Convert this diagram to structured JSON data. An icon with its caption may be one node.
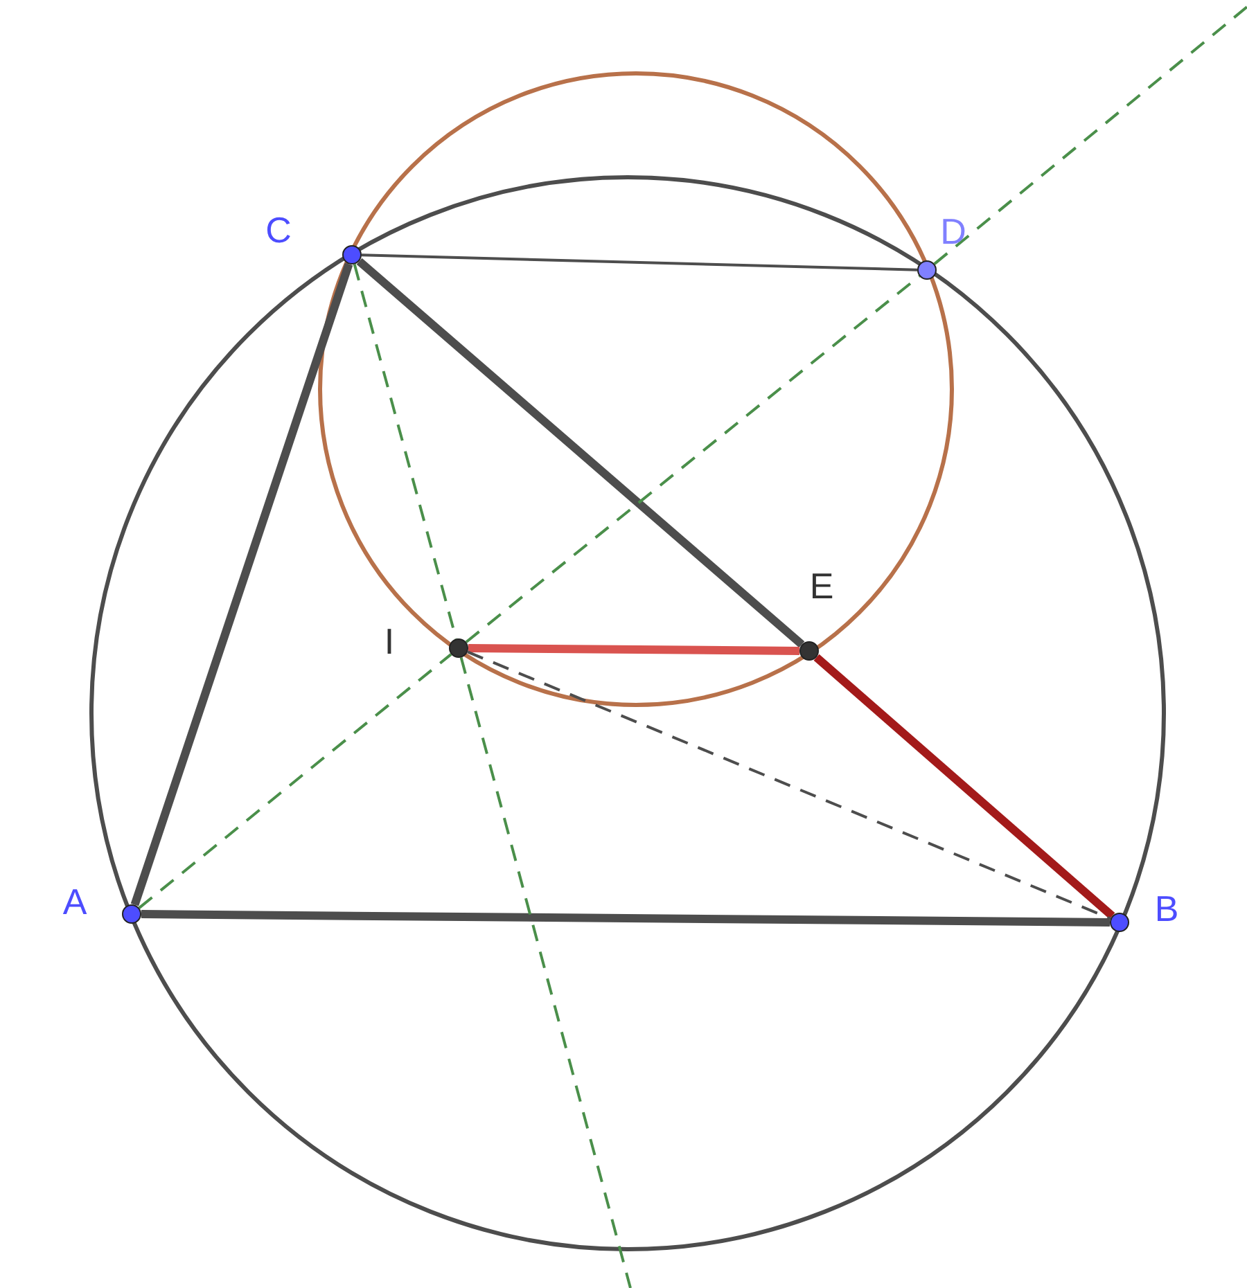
{
  "diagram": {
    "nodes": [
      {
        "text": [
          "C"
        ]
      },
      {
        "text": [
          "D"
        ]
      },
      {
        "text": [
          "E"
        ]
      },
      {
        "text": [
          "I"
        ]
      },
      {
        "text": [
          "A"
        ]
      },
      {
        "text": [
          "B"
        ]
      }
    ],
    "edges": [
      {
        "from": 0,
        "to": 4,
        "arrow": "none",
        "style": "thick"
      },
      {
        "from": 4,
        "to": 5,
        "arrow": "none",
        "style": "thick"
      },
      {
        "from": 0,
        "to": 2,
        "arrow": "none",
        "style": "thick"
      },
      {
        "from": 2,
        "to": 5,
        "arrow": "none",
        "style": "thick",
        "color": "#a31a1a"
      },
      {
        "from": 3,
        "to": 2,
        "arrow": "none",
        "style": "thick",
        "color": "#d9534f"
      },
      {
        "from": 0,
        "to": 1,
        "arrow": "none"
      },
      {
        "from": 3,
        "to": 5,
        "arrow": "none",
        "style": "dashed"
      },
      {
        "from": 4,
        "to": 3,
        "arrow": "none",
        "style": "dashed",
        "color": "#4a8f4a"
      },
      {
        "from": 3,
        "to": 1,
        "arrow": "none",
        "style": "dashed",
        "color": "#4a8f4a"
      },
      {
        "from": 1,
        "to": null,
        "arrow": "none",
        "style": "dashed",
        "color": "#4a8f4a"
      },
      {
        "from": 0,
        "to": 3,
        "arrow": "none",
        "style": "dashed",
        "color": "#4a8f4a"
      },
      {
        "from": 3,
        "to": null,
        "arrow": "none",
        "style": "dashed",
        "color": "#4a8f4a"
      }
    ]
  }
}
